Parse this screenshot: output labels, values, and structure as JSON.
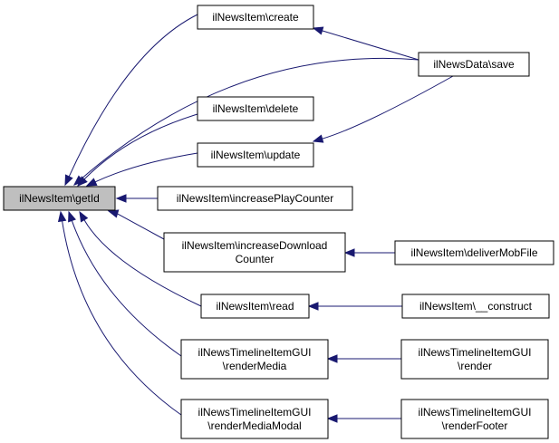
{
  "graph": {
    "edge_color": "#191970",
    "focus_fill": "#bfbfbf",
    "nodes": [
      {
        "id": "getid",
        "lines": [
          "ilNewsItem\\getId"
        ],
        "focus": true
      },
      {
        "id": "create",
        "lines": [
          "ilNewsItem\\create"
        ]
      },
      {
        "id": "save",
        "lines": [
          "ilNewsData\\save"
        ]
      },
      {
        "id": "delete",
        "lines": [
          "ilNewsItem\\delete"
        ]
      },
      {
        "id": "update",
        "lines": [
          "ilNewsItem\\update"
        ]
      },
      {
        "id": "incplay",
        "lines": [
          "ilNewsItem\\increasePlayCounter"
        ]
      },
      {
        "id": "incdl",
        "lines": [
          "ilNewsItem\\increaseDownload",
          "Counter"
        ]
      },
      {
        "id": "delivermob",
        "lines": [
          "ilNewsItem\\deliverMobFile"
        ]
      },
      {
        "id": "read",
        "lines": [
          "ilNewsItem\\read"
        ]
      },
      {
        "id": "construct",
        "lines": [
          "ilNewsItem\\__construct"
        ]
      },
      {
        "id": "rendermedia",
        "lines": [
          "ilNewsTimelineItemGUI",
          "\\renderMedia"
        ]
      },
      {
        "id": "render",
        "lines": [
          "ilNewsTimelineItemGUI",
          "\\render"
        ]
      },
      {
        "id": "rendermodal",
        "lines": [
          "ilNewsTimelineItemGUI",
          "\\renderMediaModal"
        ]
      },
      {
        "id": "renderfooter",
        "lines": [
          "ilNewsTimelineItemGUI",
          "\\renderFooter"
        ]
      }
    ],
    "edges": [
      {
        "from": "create",
        "to": "getid"
      },
      {
        "from": "save",
        "to": "getid"
      },
      {
        "from": "delete",
        "to": "getid"
      },
      {
        "from": "update",
        "to": "getid"
      },
      {
        "from": "incplay",
        "to": "getid"
      },
      {
        "from": "incdl",
        "to": "getid"
      },
      {
        "from": "read",
        "to": "getid"
      },
      {
        "from": "rendermedia",
        "to": "getid"
      },
      {
        "from": "rendermodal",
        "to": "getid"
      },
      {
        "from": "save",
        "to": "create"
      },
      {
        "from": "save",
        "to": "update"
      },
      {
        "from": "delivermob",
        "to": "incdl"
      },
      {
        "from": "construct",
        "to": "read"
      },
      {
        "from": "render",
        "to": "rendermedia"
      },
      {
        "from": "renderfooter",
        "to": "rendermodal"
      }
    ]
  }
}
